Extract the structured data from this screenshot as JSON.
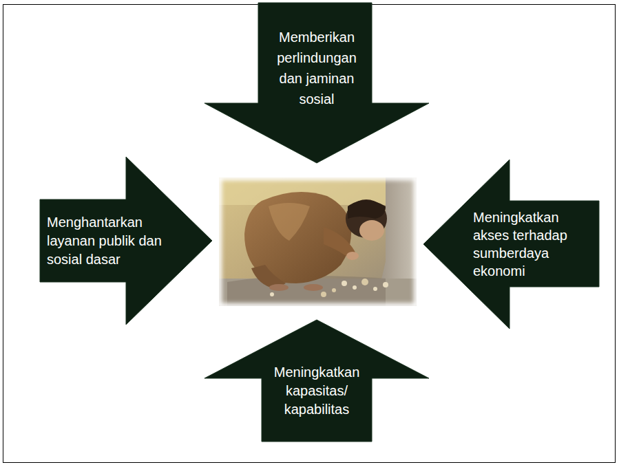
{
  "diagram": {
    "nodes": [
      {
        "text": [
          "Memberikan perlindungan dan jaminan sosial"
        ]
      },
      {
        "text": [
          "Menghantarkan layanan publik dan sosial dasar"
        ]
      },
      {
        "text": [
          "Meningkatkan akses terhadap sumberdaya ekonomi"
        ]
      },
      {
        "text": [
          "Meningkatkan kapasitas/ kapabilitas"
        ]
      }
    ]
  }
}
